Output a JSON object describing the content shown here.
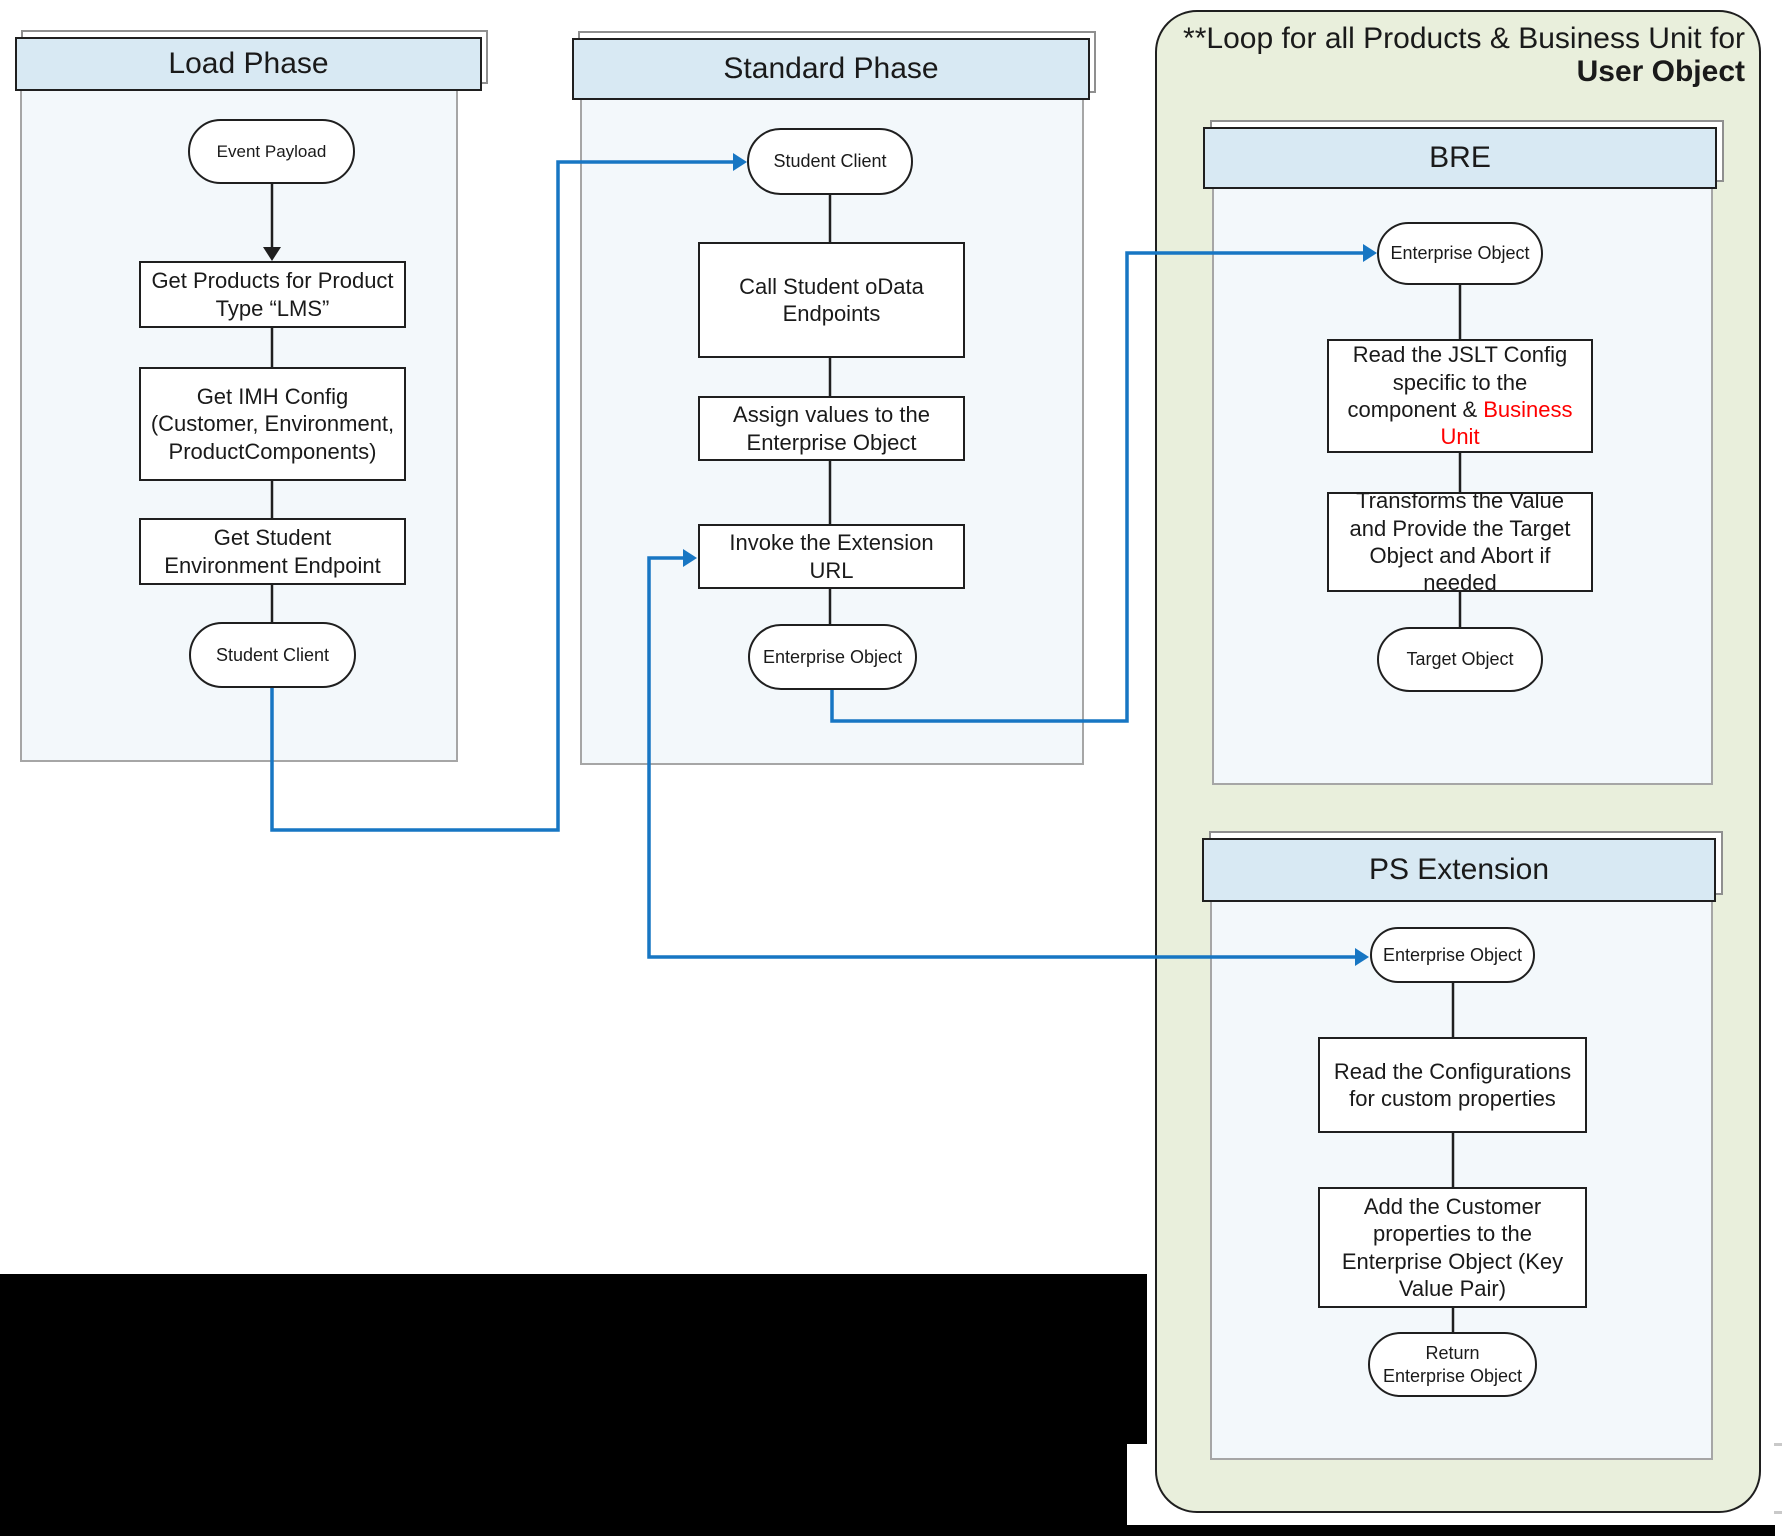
{
  "load": {
    "header": "Load Phase",
    "event_payload": "Event Payload",
    "get_products": "Get Products for Product Type “LMS”",
    "get_imh": "Get IMH Config (Customer, Environment, ProductComponents)",
    "get_env": "Get Student Environment Endpoint",
    "student_client": "Student Client"
  },
  "standard": {
    "header": "Standard Phase",
    "student_client": "Student Client",
    "call_odata": "Call Student oData Endpoints",
    "assign_values": "Assign values to the Enterprise Object",
    "invoke_url": "Invoke the Extension URL",
    "enterprise_object": "Enterprise Object"
  },
  "loop": {
    "title_line1": "**Loop for all Products & Business Unit for",
    "title_line2": "User Object"
  },
  "bre": {
    "header": "BRE",
    "enterprise_object": "Enterprise Object",
    "jslt_prefix": "Read the JSLT Config specific to the component & ",
    "jslt_highlight": "Business Unit",
    "transforms": "Transforms the Value and Provide the Target Object and Abort if needed",
    "target_object": "Target Object"
  },
  "ps": {
    "header": "PS Extension",
    "enterprise_object": "Enterprise Object",
    "read_config": "Read the Configurations for custom properties",
    "add_props": "Add the Customer properties to the Enterprise Object (Key Value Pair)",
    "return_eo": "Return\nEnterprise Object"
  },
  "colors": {
    "connector_blue": "#1776c3",
    "highlight_red": "#ff0000",
    "header_fill": "#d8e9f3",
    "loop_fill": "#e9efdc"
  }
}
